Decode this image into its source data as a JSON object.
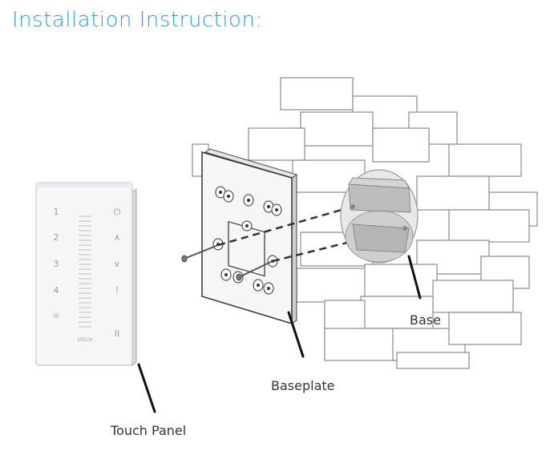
{
  "title": "Installation Instruction:",
  "labels": {
    "touch_panel": "Touch Panel",
    "baseplate": "Baseplate",
    "base": "Base"
  },
  "panel": {
    "brand": "LTECH",
    "left_buttons": [
      "1",
      "2",
      "3",
      "4",
      "☼"
    ],
    "right_buttons": [
      "⏻",
      "∧",
      "∨",
      "!",
      "II"
    ]
  },
  "colors": {
    "title": "#2d9fd8",
    "line": "#555555",
    "brick_stroke": "#8a8a8a",
    "panel_face": "#f4f6f8"
  }
}
